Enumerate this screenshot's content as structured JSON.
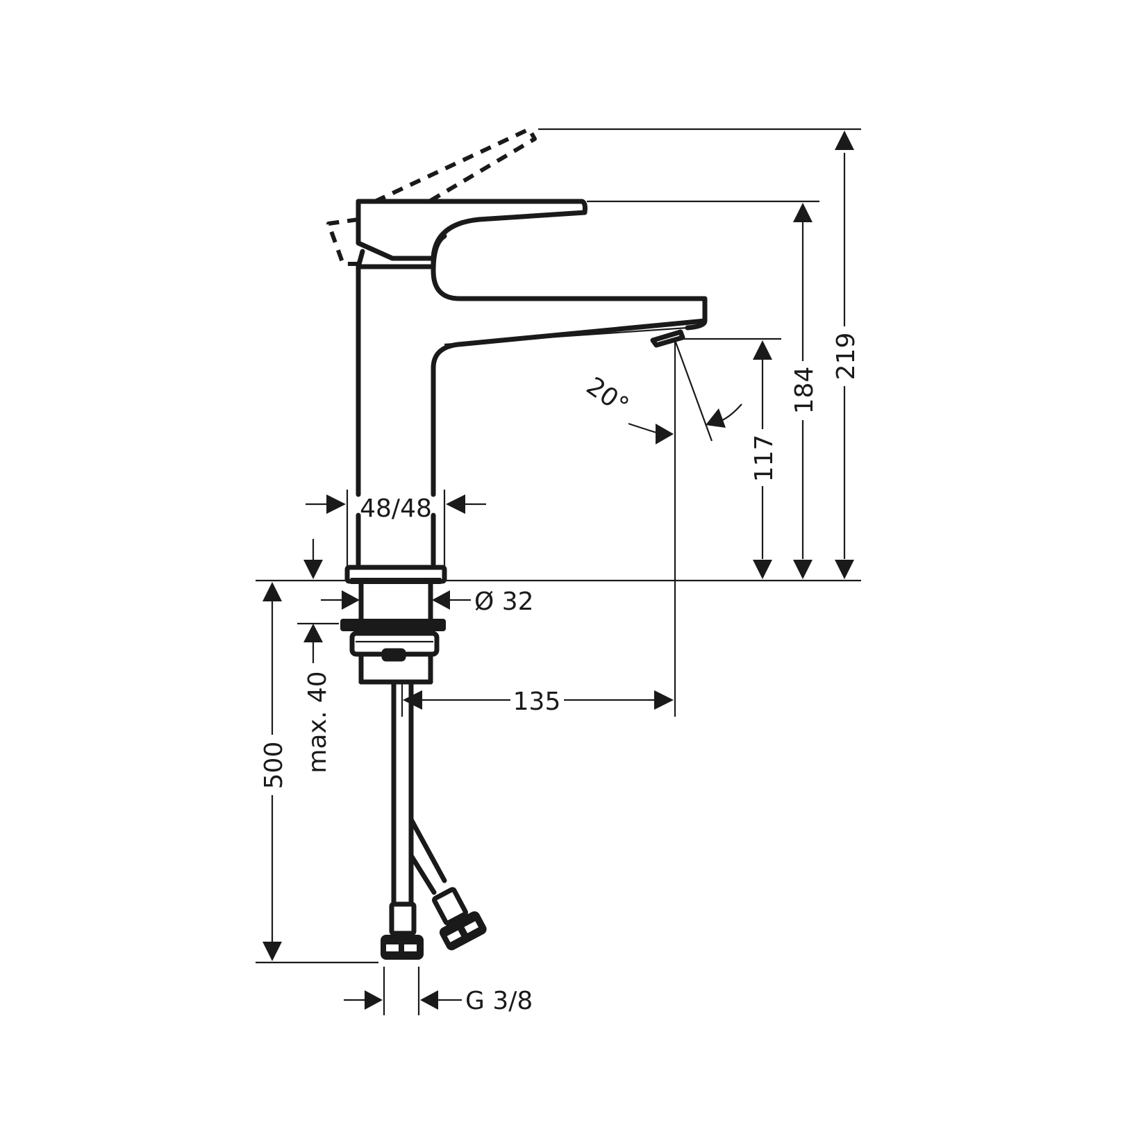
{
  "drawing": {
    "subject": "Single-lever basin mixer faucet — dimension drawing",
    "line_color": "#1a1a1a",
    "background": "#ffffff"
  },
  "dimensions": {
    "total_height": "219",
    "lever_height": "184",
    "spout_height": "117",
    "spout_reach": "135",
    "body_size": "48/48",
    "shank_diameter": "Ø 32",
    "max_counter_thickness": "max. 40",
    "hose_length": "500",
    "connection_thread": "G 3/8",
    "spray_angle": "20°"
  }
}
